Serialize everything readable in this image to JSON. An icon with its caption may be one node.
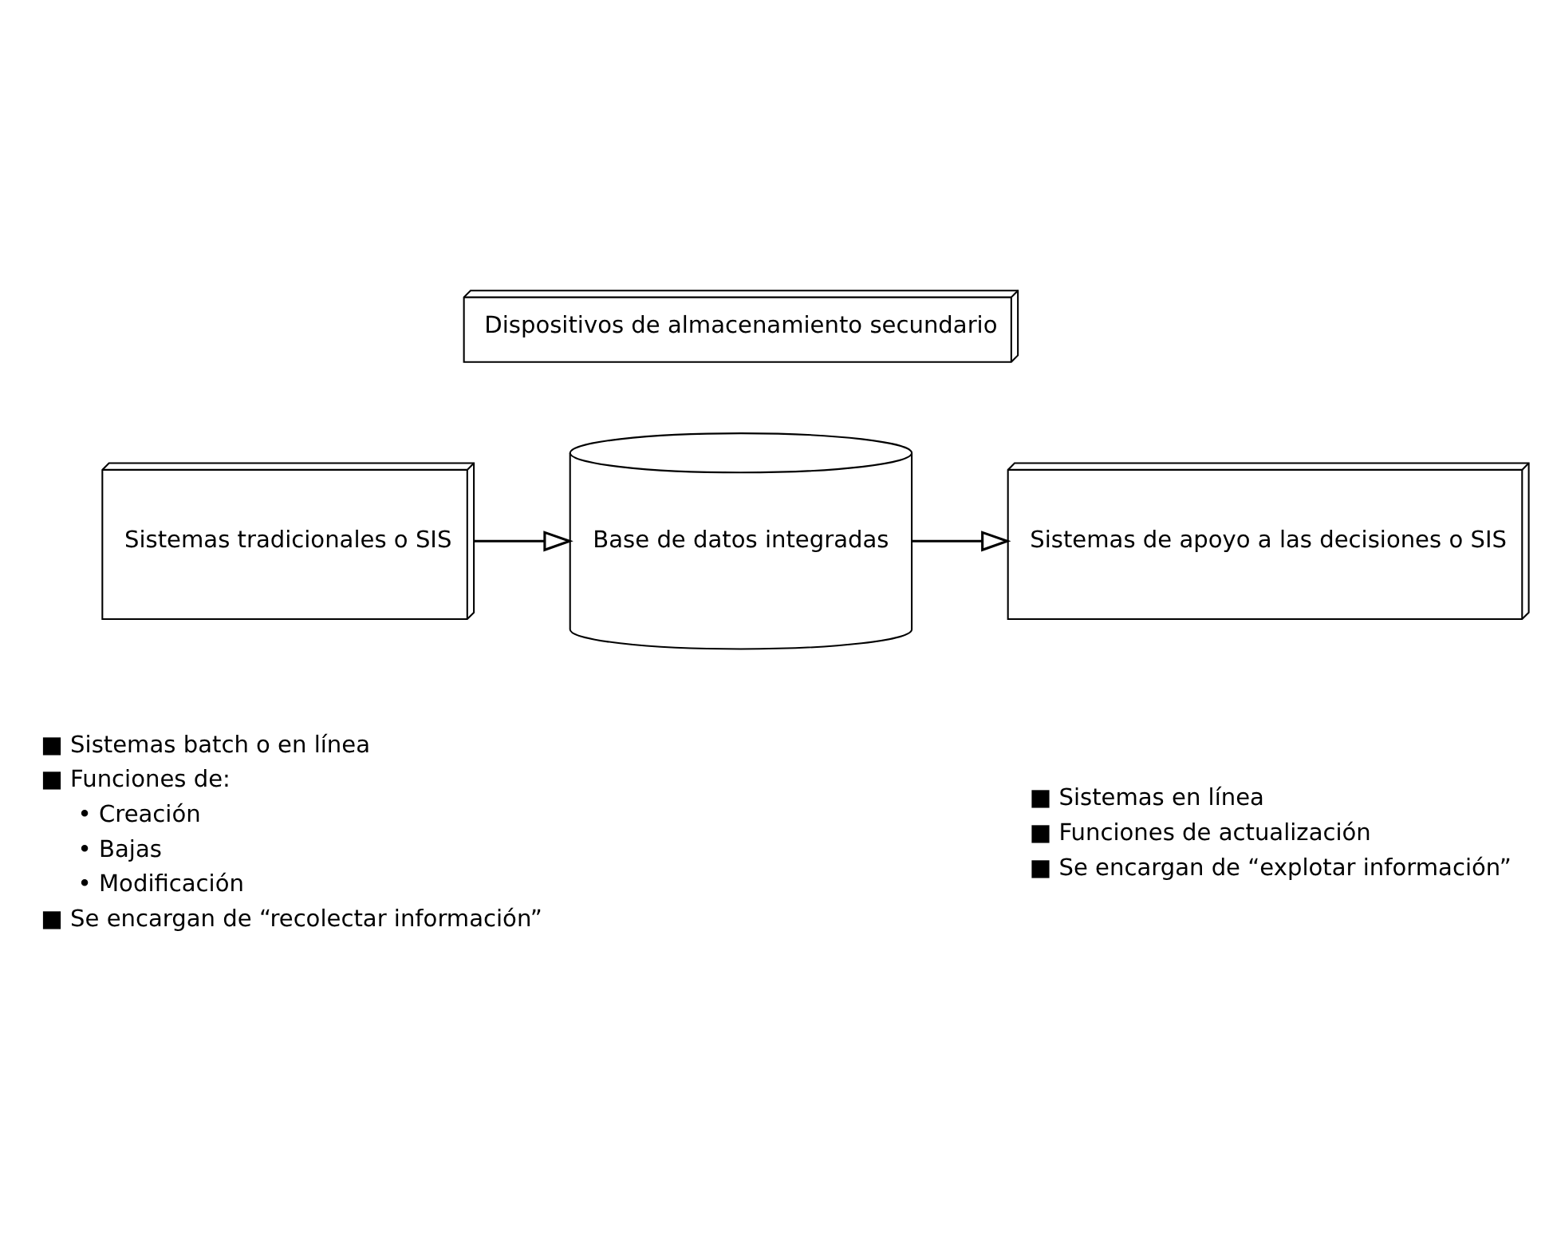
{
  "diagram": {
    "nodes": [
      {
        "text": [
          "Dispositivos de almacenamiento secundario"
        ]
      },
      {
        "text": [
          "Sistemas tradicionales o SIS"
        ]
      },
      {
        "text": [
          "Base de datos integradas"
        ]
      },
      {
        "text": [
          "Sistemas de apoyo a las decisiones o SIS"
        ]
      }
    ],
    "edges": [
      {
        "from": 1,
        "to": 2,
        "arrow": "to"
      },
      {
        "from": 2,
        "to": 3,
        "arrow": "to"
      }
    ],
    "labels": [
      "■ Sistemas batch o en línea",
      "■ Funciones de:",
      "• Creación",
      "• Bajas",
      "• Modificación",
      "■ Se encargan de “recolectar información”",
      "■ Sistemas en línea",
      "■ Funciones de actualización",
      "■ Se encargan de “explotar información”"
    ]
  }
}
